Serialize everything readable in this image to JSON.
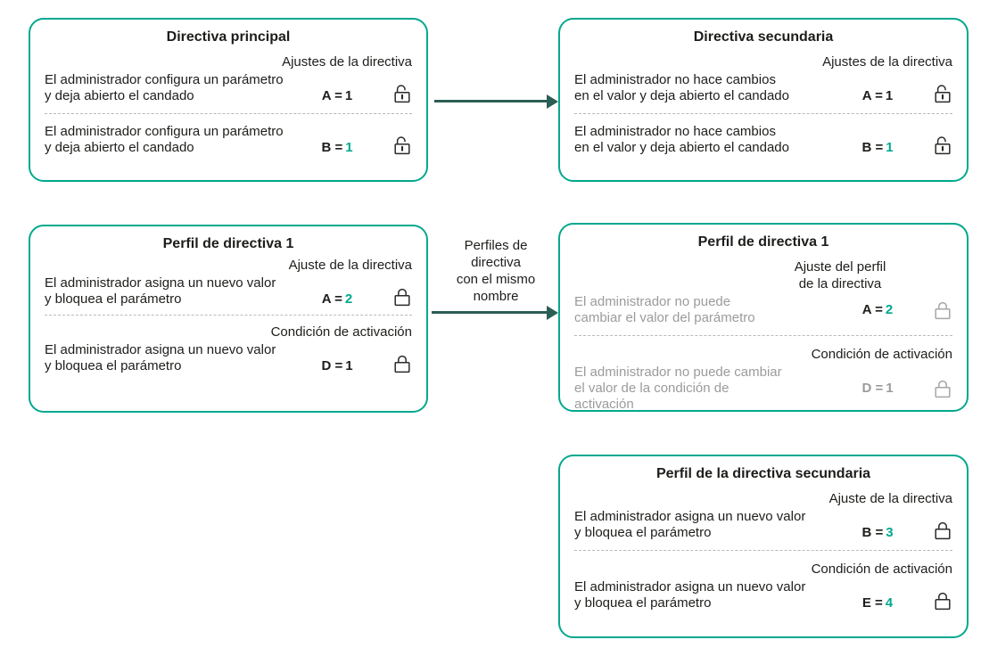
{
  "colors": {
    "box_border": "#00A88E",
    "accent": "#00A88E",
    "arrow": "#2B5E54",
    "text": "#1D1D1B",
    "muted_text": "#9B9B9B"
  },
  "diagram": {
    "arrow_label": "Perfiles de\ndirectiva\ncon el mismo\nnombre"
  },
  "boxes": [
    {
      "title": "Directiva principal",
      "sections": [
        {
          "header": "Ajustes de la directiva",
          "desc": "El administrador configura un parámetro\ny deja abierto el candado",
          "value_label": "A =",
          "value_num": "1",
          "lock": "open"
        },
        {
          "desc": "El administrador configura un parámetro\ny deja abierto el candado",
          "value_label": "B =",
          "value_num": "1",
          "lock": "open"
        }
      ]
    },
    {
      "title": "Directiva secundaria",
      "sections": [
        {
          "header": "Ajustes de la directiva",
          "desc": "El administrador no hace cambios\nen el valor y deja abierto el candado",
          "value_label": "A =",
          "value_num": "1",
          "lock": "open"
        },
        {
          "desc": "El administrador no hace cambios\nen el valor y deja abierto el candado",
          "value_label": "B =",
          "value_num": "1",
          "lock": "open"
        }
      ]
    },
    {
      "title": "Perfil de directiva 1",
      "sections": [
        {
          "header": "Ajuste de la directiva",
          "desc": "El administrador asigna un nuevo valor\ny bloquea el parámetro",
          "value_label": "A =",
          "value_num": "2",
          "lock": "closed"
        },
        {
          "header": "Condición de activación",
          "desc": "El administrador asigna un nuevo valor\ny bloquea el parámetro",
          "value_label": "D =",
          "value_num": "1",
          "lock": "closed"
        }
      ]
    },
    {
      "title": "Perfil de directiva 1",
      "sections": [
        {
          "header": "Ajuste del perfil\nde la directiva",
          "desc": "El administrador no puede\ncambiar el valor del parámetro",
          "value_label": "A =",
          "value_num": "2",
          "lock": "closed"
        },
        {
          "header": "Condición de activación",
          "desc": "El administrador no puede cambiar\nel valor de la condición de\nactivación",
          "value_label": "D =",
          "value_num": "1",
          "lock": "closed"
        }
      ]
    },
    {
      "title": "Perfil de la directiva secundaria",
      "sections": [
        {
          "header": "Ajuste de la directiva",
          "desc": "El administrador asigna un nuevo valor\ny bloquea el parámetro",
          "value_label": "B =",
          "value_num": "3",
          "lock": "closed"
        },
        {
          "header": "Condición de activación",
          "desc": "El administrador asigna un nuevo valor\ny bloquea el parámetro",
          "value_label": "E =",
          "value_num": "4",
          "lock": "closed"
        }
      ]
    }
  ]
}
